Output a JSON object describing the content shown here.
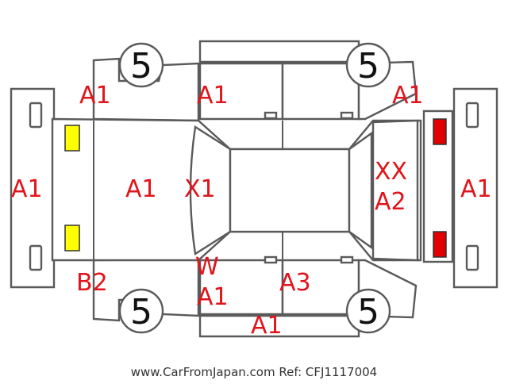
{
  "diagram": {
    "damage_labels": {
      "front_bumper": "A1",
      "front_left_fender": "A1",
      "front_left_door": "A1",
      "front_right_fender": "A1",
      "hood": "A1",
      "windshield": "X1",
      "rear_window_top": "XX",
      "rear_window_bottom": "A2",
      "rear_bumper": "A1",
      "front_right_door_top": "W",
      "front_right_door_bottom": "A1",
      "rear_right_door": "A3",
      "right_sill": "A1",
      "front_right_corner": "B2"
    },
    "tyres": {
      "front_left": "5",
      "rear_left": "5",
      "front_right": "5",
      "rear_right": "5"
    },
    "lamp_colors": {
      "front": "#ffff00",
      "rear": "#e00000"
    },
    "label_color": "#e0151b"
  },
  "footer": {
    "watermark": "www.CarFromJapan.com Ref: CFJ1117004"
  }
}
